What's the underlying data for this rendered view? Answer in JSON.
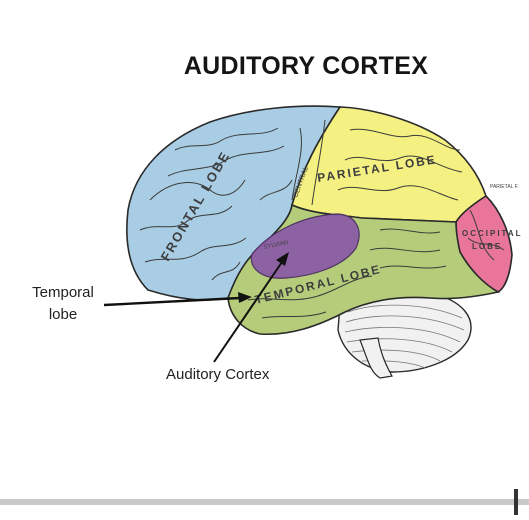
{
  "title": "AUDITORY CORTEX",
  "callouts": {
    "temporal_line1": "Temporal",
    "temporal_line2": "lobe",
    "auditory": "Auditory Cortex"
  },
  "brain_labels": {
    "frontal": "FRONTAL LOBE",
    "central": "CENTRAL",
    "parietal": "PARIETAL LOBE",
    "occipital_line1": "OCCIPITAL",
    "occipital_line2": "LOBE",
    "temporal": "TEMPORAL LOBE",
    "sylvian": "SYLVIAN",
    "parieto_occipital": "PARIETAL F."
  },
  "colors": {
    "frontal": "#a9cde4",
    "parietal": "#f4f081",
    "occipital": "#e9769a",
    "temporal": "#b5cd7a",
    "auditory": "#8a5da6",
    "cerebellum": "#f1f1f1",
    "outline": "#2a2a2a"
  }
}
